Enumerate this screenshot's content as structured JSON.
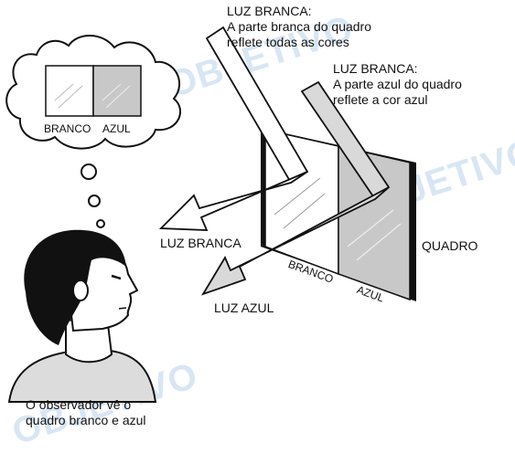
{
  "top_label": {
    "title": "LUZ BRANCA:",
    "line1": "A parte branca do quadro",
    "line2": "reflete todas as cores"
  },
  "second_label": {
    "title": "LUZ BRANCA:",
    "line1": "A parte azul do quadro",
    "line2": "reflete a cor azul"
  },
  "thought_bubble": {
    "left_caption": "BRANCO",
    "right_caption": "AZUL"
  },
  "reflected_white_label": "LUZ BRANCA",
  "reflected_blue_label": "LUZ AZUL",
  "board_label": "QUADRO",
  "board_white_part": "BRANCO",
  "board_blue_part": "AZUL",
  "observer_caption": {
    "line1": "O observador vê o",
    "line2": "quadro branco e azul"
  },
  "watermark": "OBJETIVO",
  "colors": {
    "blue_part_fill": "#c8c8c8",
    "arrow_fill": "#d9d9d9",
    "watermark": "#b9d3ec"
  }
}
